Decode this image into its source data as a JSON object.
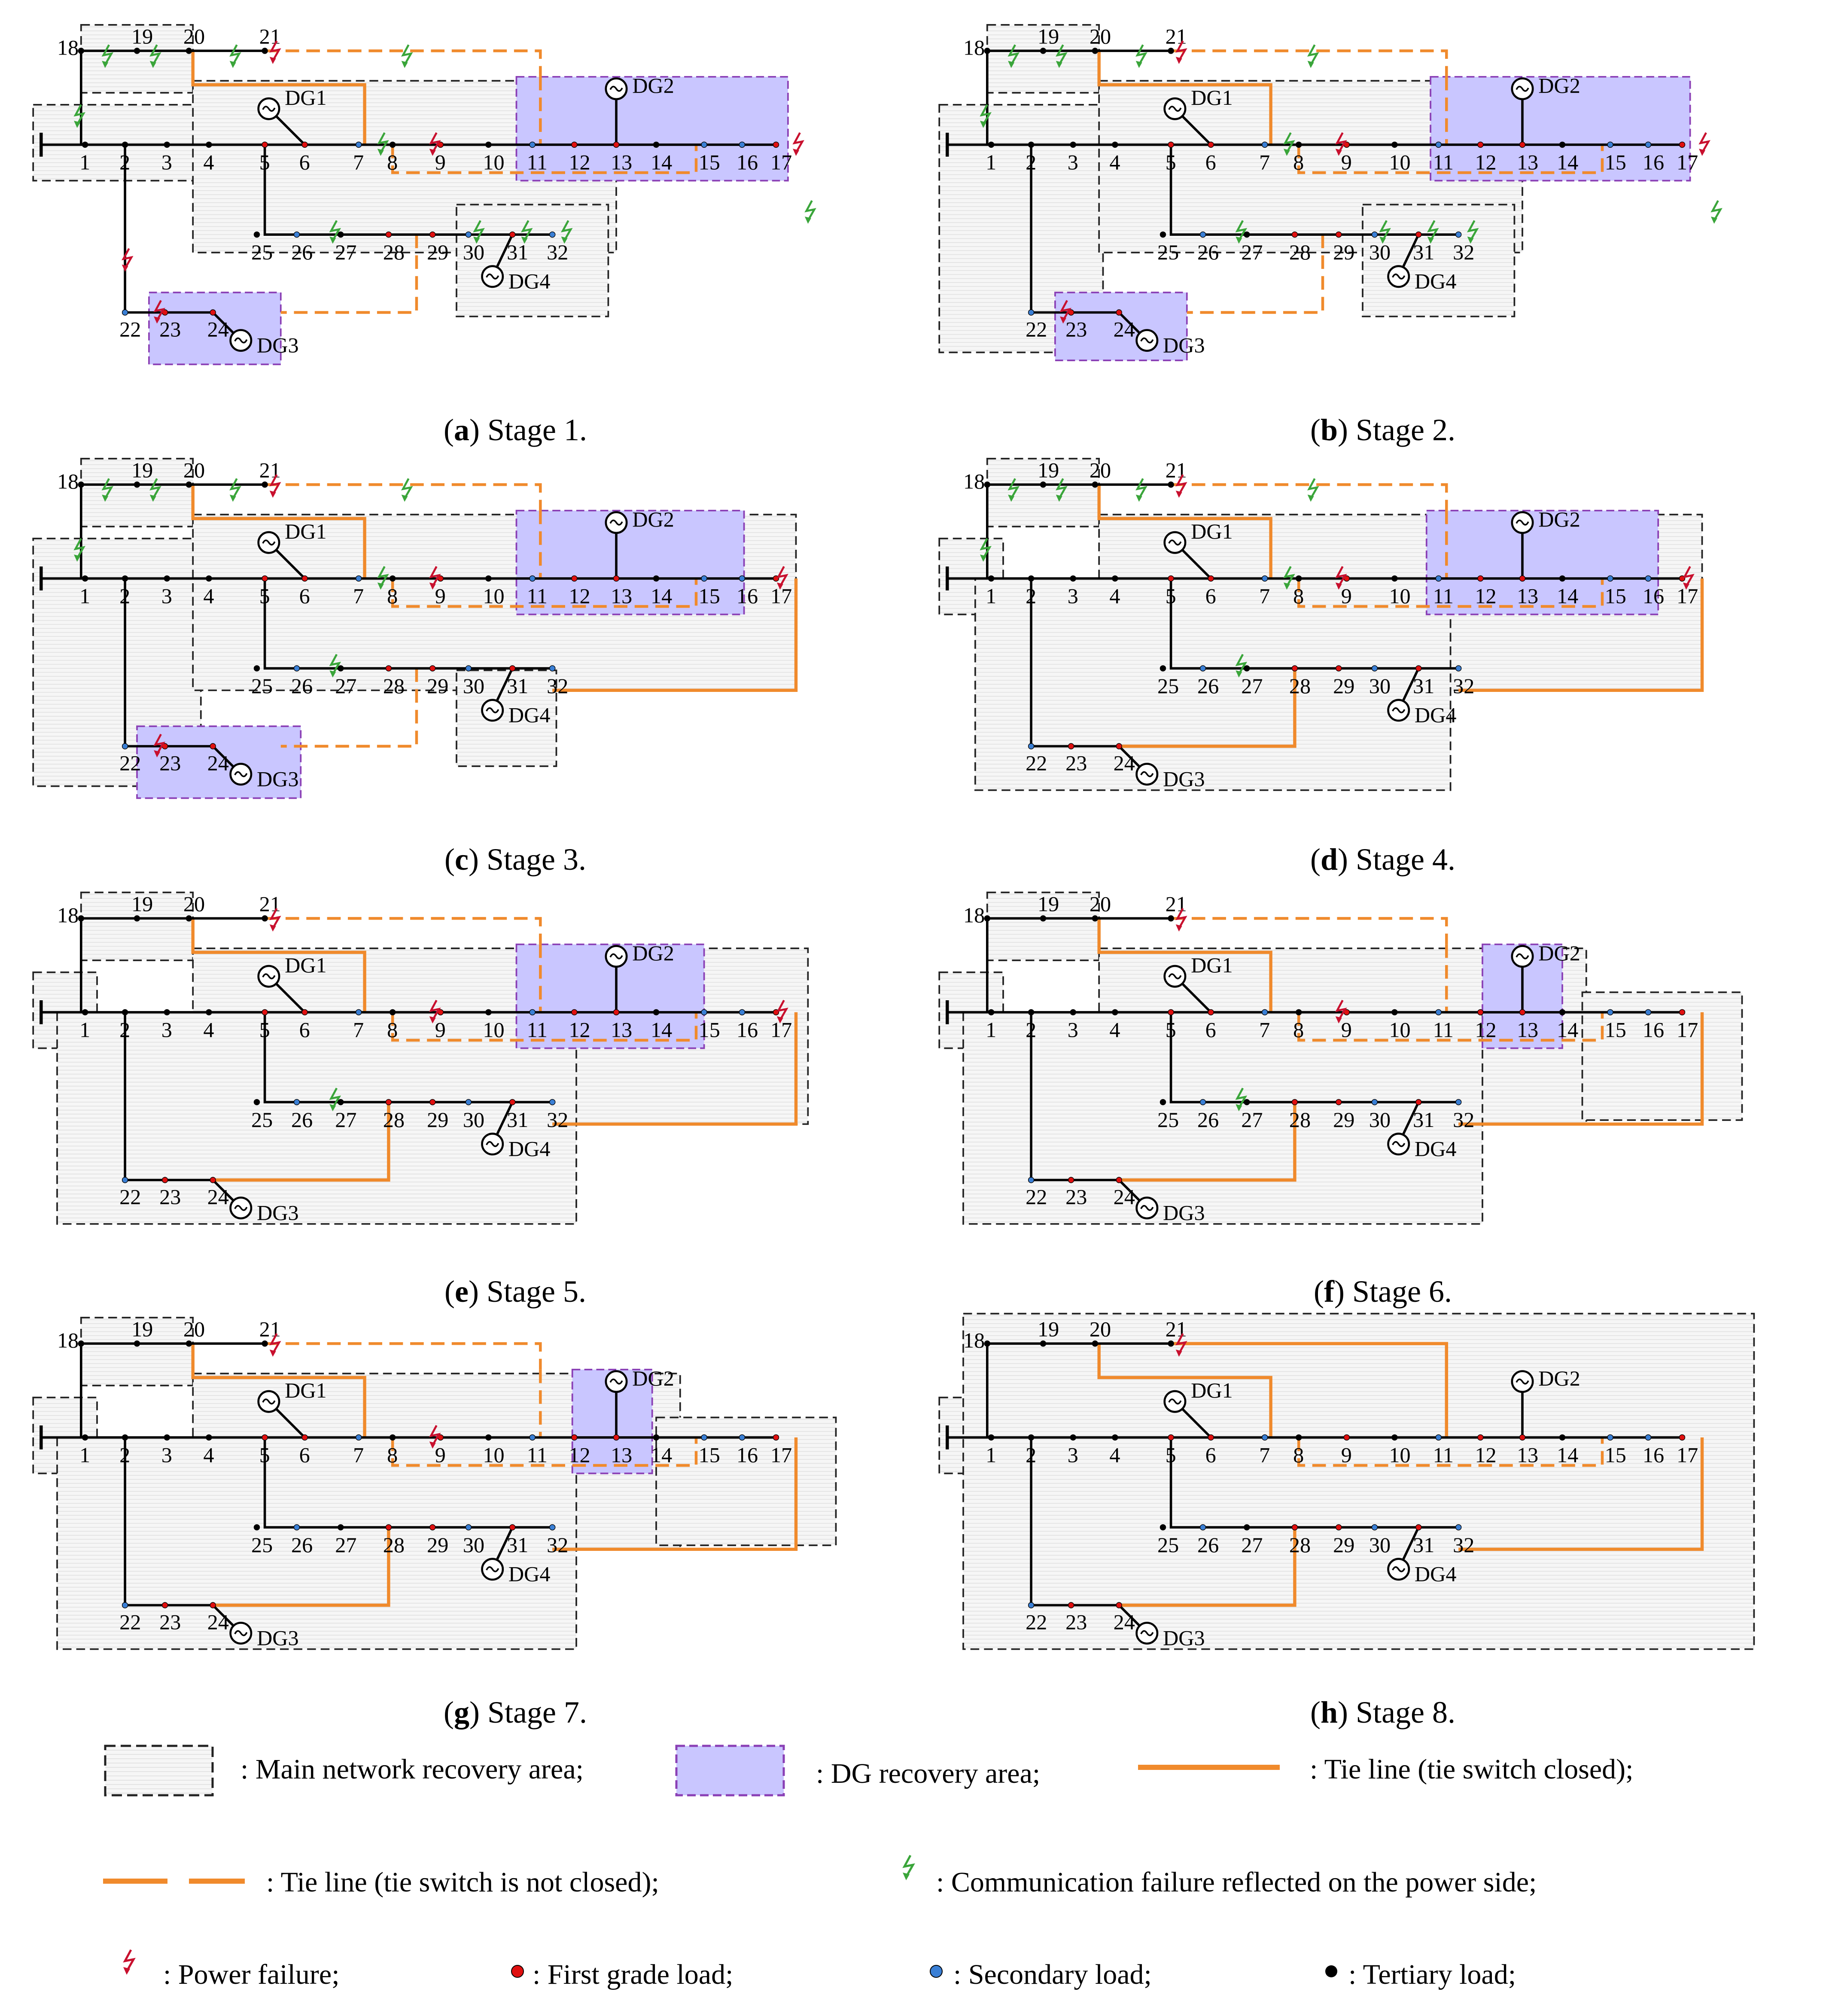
{
  "stages": [
    {
      "letter": "a",
      "label": "Stage 1."
    },
    {
      "letter": "b",
      "label": "Stage 2."
    },
    {
      "letter": "c",
      "label": "Stage 3."
    },
    {
      "letter": "d",
      "label": "Stage 4."
    },
    {
      "letter": "e",
      "label": "Stage 5."
    },
    {
      "letter": "f",
      "label": "Stage 6."
    },
    {
      "letter": "g",
      "label": "Stage 7."
    },
    {
      "letter": "h",
      "label": "Stage 8."
    }
  ],
  "nodes": [
    "1",
    "2",
    "3",
    "4",
    "5",
    "6",
    "7",
    "8",
    "9",
    "10",
    "11",
    "12",
    "13",
    "14",
    "15",
    "16",
    "17",
    "18",
    "19",
    "20",
    "21",
    "22",
    "23",
    "24",
    "25",
    "26",
    "27",
    "28",
    "29",
    "30",
    "31",
    "32"
  ],
  "dg_labels": [
    "DG1",
    "DG2",
    "DG3",
    "DG4"
  ],
  "legend": {
    "main_area": ": Main network recovery area;",
    "dg_area": ": DG recovery area;",
    "tie_closed": ": Tie line (tie switch closed);",
    "tie_open": ": Tie line (tie switch is not closed);",
    "comm_failure": ": Communication failure reflected on the power side;",
    "power_failure": ": Power failure;",
    "first_grade": ": First grade load;",
    "secondary": ": Secondary load;",
    "tertiary": ": Tertiary load;"
  },
  "colors": {
    "tie_line": "#f08a2c",
    "dg_area": "#c9c6ff",
    "dg_border": "#8a3fb5",
    "main_border": "#222222",
    "comm_failure": "#3aa53a",
    "power_failure": "#c8102e",
    "first_grade": "#e01010",
    "secondary": "#3a7fd5",
    "tertiary": "#000000"
  }
}
